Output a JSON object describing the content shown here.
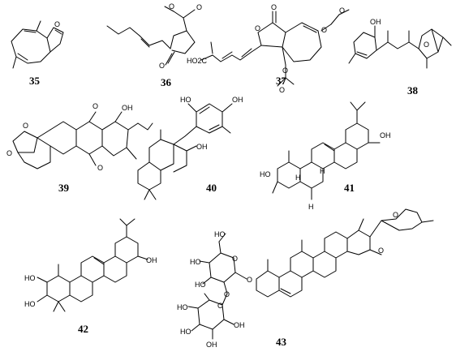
{
  "compounds": [
    {
      "number": "35"
    },
    {
      "number": "36"
    },
    {
      "number": "37"
    },
    {
      "number": "38"
    },
    {
      "number": "39"
    },
    {
      "number": "40"
    },
    {
      "number": "41"
    },
    {
      "number": "42"
    },
    {
      "number": "43"
    }
  ],
  "atom_labels": {
    "o": "O",
    "oh": "OH",
    "ho": "HO",
    "h": "H",
    "ho2c": "HO2C"
  }
}
